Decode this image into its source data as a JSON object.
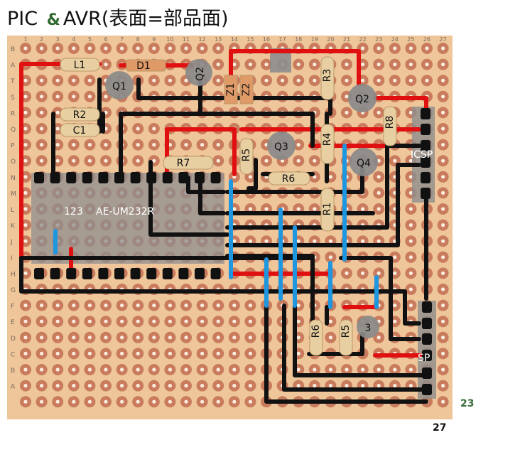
{
  "title": {
    "main": "PIC",
    "amp": "&",
    "rest": "AVR(表面=部品面)"
  },
  "corner_labels": {
    "right": "23",
    "bottom": "27"
  },
  "row_letters": [
    "B",
    "A",
    "T",
    "S",
    "R",
    "Q",
    "P",
    "O",
    "N",
    "M",
    "L",
    "K",
    "J",
    "I",
    "H",
    "G",
    "F",
    "E",
    "D",
    "C",
    "B",
    "A"
  ],
  "col_numbers_top": [
    "1",
    "2",
    "3",
    "4",
    "5",
    "6",
    "7",
    "8",
    "9",
    "10",
    "11",
    "12",
    "13",
    "14",
    "15",
    "16",
    "17",
    "18",
    "19",
    "20",
    "21",
    "22",
    "23",
    "24",
    "25",
    "26",
    "27"
  ],
  "modules": {
    "ae_um232r": "AE-UM232R",
    "left_partial": "123",
    "icsp": "ICSP",
    "isp_partial": "SP"
  },
  "parts": {
    "L1": "L1",
    "D1": "D1",
    "Q1": "Q1",
    "Q2a": "Q2",
    "Z1": "Z1",
    "Z2": "Z2",
    "R3": "R3",
    "Q2": "Q2",
    "R2": "R2",
    "C1": "C1",
    "R8": "R8",
    "R4": "R4",
    "R5": "R5",
    "Q3": "Q3",
    "Q4": "Q4",
    "R7": "R7",
    "R6": "R6",
    "R1": "R1",
    "R6b": "R6",
    "R5b": "R5",
    "Q3b": "3"
  },
  "colors": {
    "board": "#efc59a",
    "pad": "#c97c5d",
    "hole": "#fbeee0",
    "red_wire": "#e01010",
    "black_wire": "#111111",
    "blue_wire": "#1e96e0",
    "module_gray": "#8d8d8d",
    "resistor": "#e8cfa1"
  }
}
